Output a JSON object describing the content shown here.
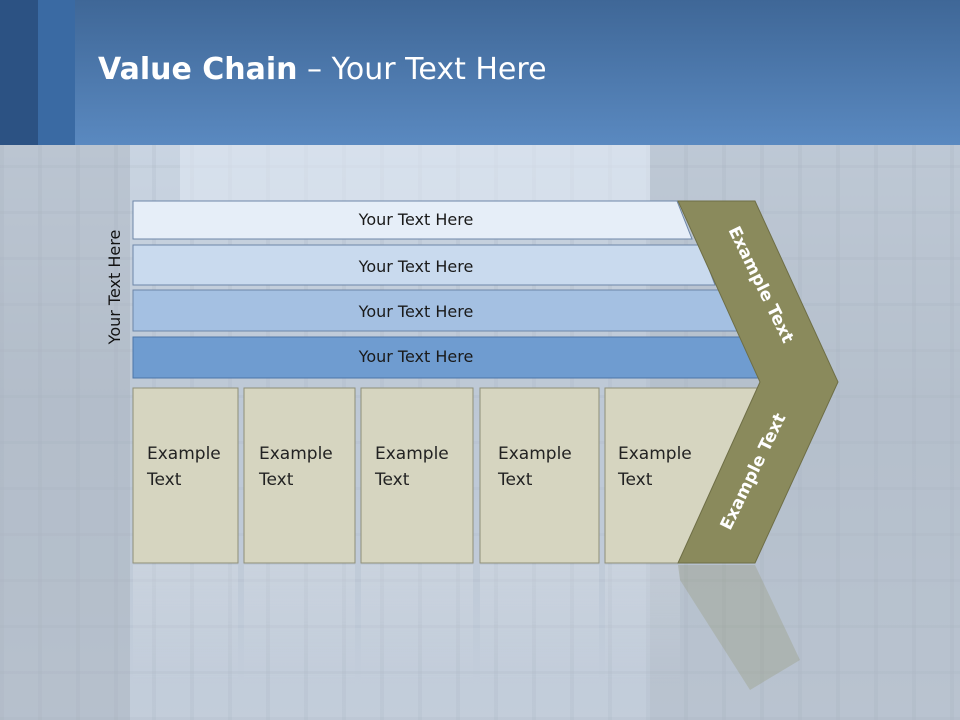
{
  "slide": {
    "title_bold": "Value Chain",
    "title_rest": " – Your Text Here",
    "side_label": "Your Text Here"
  },
  "support_bars": [
    {
      "label": "Your Text Here",
      "color": "#e6eef8"
    },
    {
      "label": "Your Text Here",
      "color": "#c9daee"
    },
    {
      "label": "Your Text Here",
      "color": "#a4c0e2"
    },
    {
      "label": "Your Text Here",
      "color": "#6f9cd0"
    }
  ],
  "primary_boxes": [
    {
      "line1": "Example",
      "line2": "Text"
    },
    {
      "line1": "Example",
      "line2": "Text"
    },
    {
      "line1": "Example",
      "line2": "Text"
    },
    {
      "line1": "Example",
      "line2": "Text"
    },
    {
      "line1": "Example",
      "line2": "Text"
    }
  ],
  "chevron": {
    "upper_label": "Example Text",
    "lower_label": "Example Text",
    "color": "#8a8a5c"
  },
  "colors": {
    "box_fill": "#d6d5c0",
    "box_stroke": "#8f8f78",
    "header_top": "#3f6797",
    "header_bottom": "#5a89c0"
  }
}
